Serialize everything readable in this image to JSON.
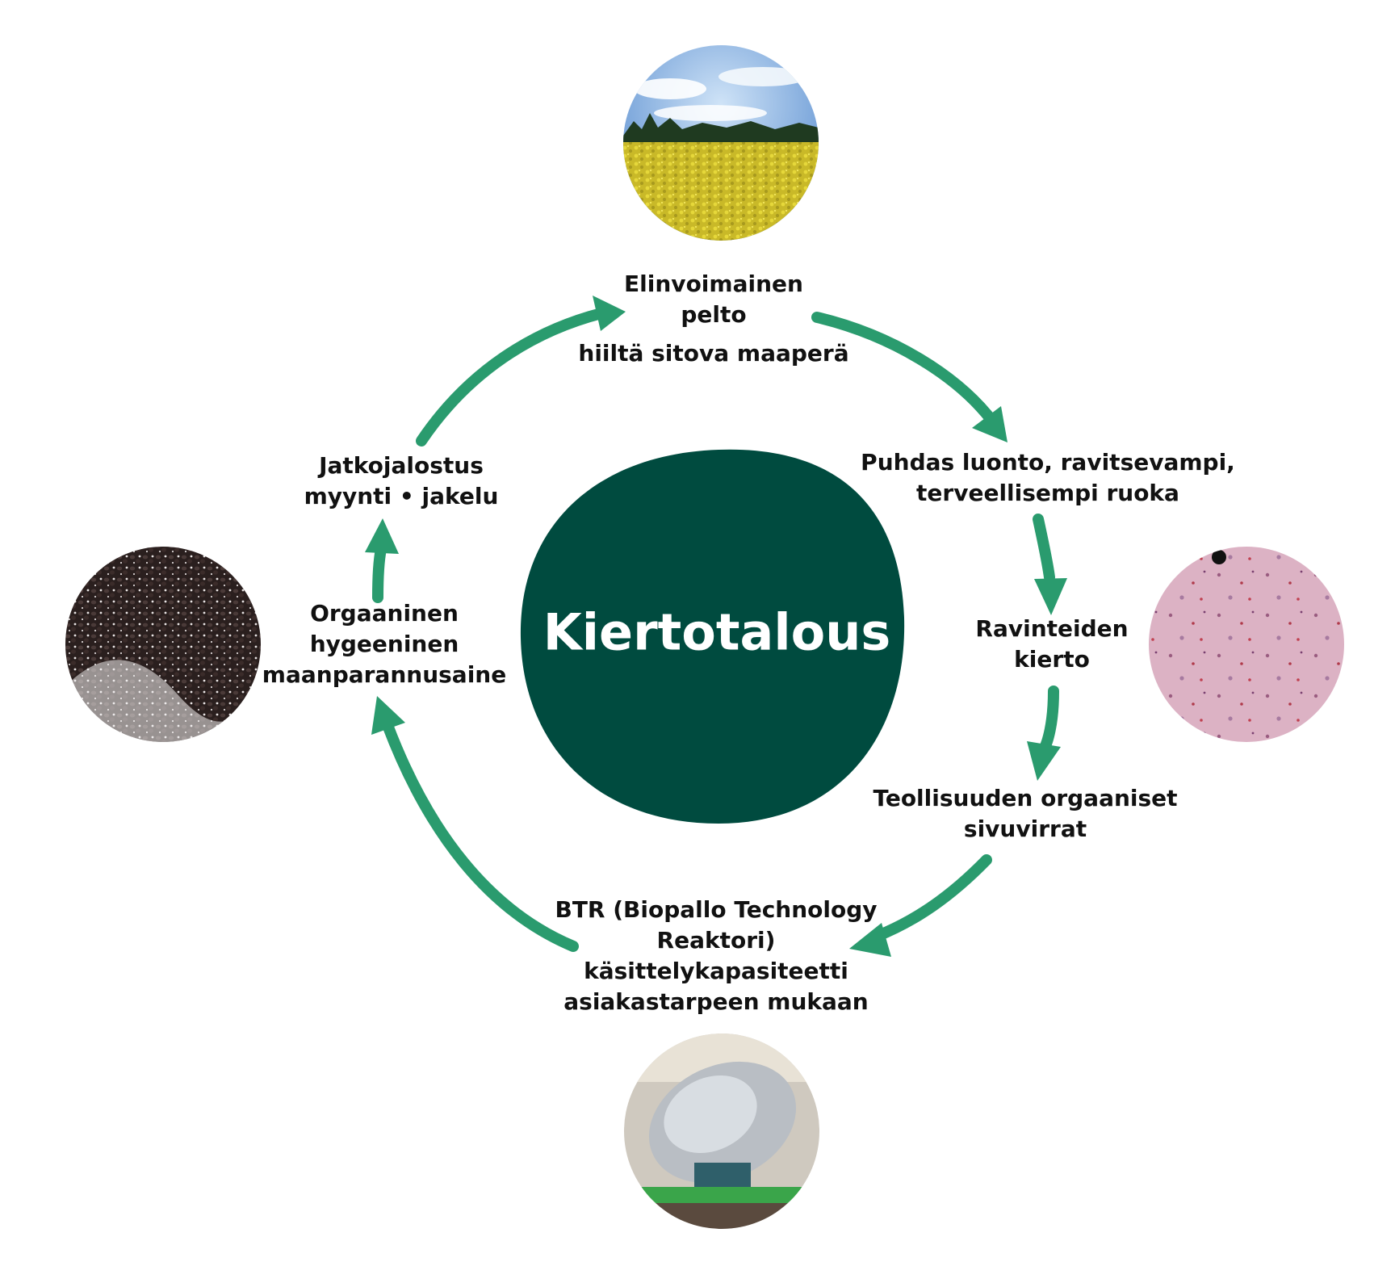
{
  "center": {
    "title": "Kiertotalous"
  },
  "nodes": {
    "field": {
      "title_lines": [
        "Elinvoimainen",
        "pelto"
      ],
      "subtitle": "hiiltä sitova maaperä"
    },
    "clean_nature": {
      "lines": [
        "Puhdas luonto, ravitsevampi,",
        "terveellisempi ruoka"
      ]
    },
    "nutrient_cycle": {
      "lines": [
        "Ravinteiden",
        "kierto"
      ]
    },
    "industry": {
      "lines": [
        "Teollisuuden orgaaniset",
        "sivuvirrat"
      ]
    },
    "btr": {
      "title_lines": [
        "BTR (Biopallo Technology",
        "Reaktori)"
      ],
      "sub_lines": [
        "käsittelykapasiteetti",
        "asiakastarpeen mukaan"
      ]
    },
    "soil_improver": {
      "lines": [
        "Orgaaninen",
        "hygeeninen",
        "maanparannusaine"
      ]
    },
    "processing": {
      "lines": [
        "Jatkojalostus",
        "myynti • jakelu"
      ]
    }
  },
  "photos": {
    "field": "rapeseed-field-photo",
    "microscope": "microscope-sample-photo",
    "reactor": "btr-reactor-photo",
    "granules": "soil-improver-granules-photo"
  },
  "colors": {
    "arrow": "#2a9b6e",
    "center": "#004b3f",
    "text": "#111111"
  }
}
